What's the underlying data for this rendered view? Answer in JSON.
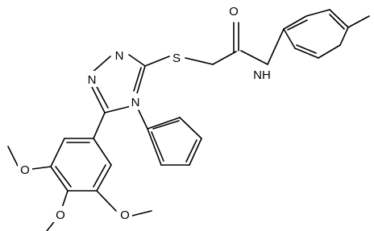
{
  "structure": {
    "atoms": {
      "O_carbonyl": "O",
      "S": "S",
      "NH": "NH",
      "N1": "N",
      "N2": "N",
      "N4": "N",
      "O_ome_left": "O",
      "O_ome_mid": "O",
      "O_ome_right": "O"
    }
  },
  "colors": {
    "bond": "#000000",
    "label": "#000000",
    "background": "#ffffff"
  }
}
